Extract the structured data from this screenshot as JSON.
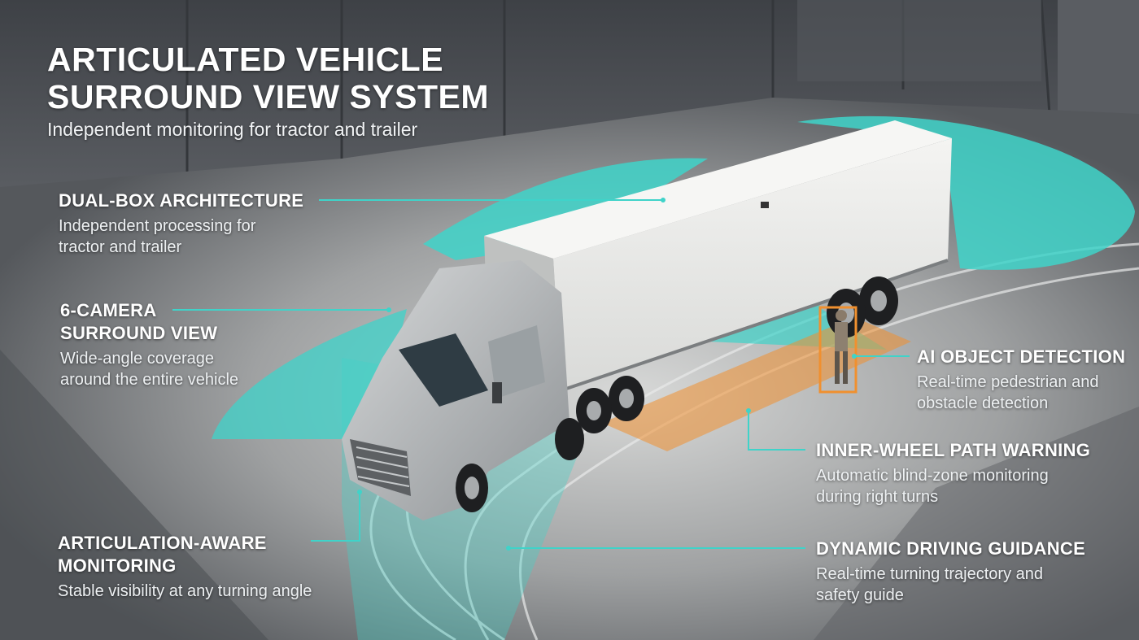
{
  "header": {
    "title_line1": "ARTICULATED VEHICLE",
    "title_line2": "SURROUND VIEW SYSTEM",
    "subtitle": "Independent monitoring for tractor and trailer"
  },
  "features": {
    "dual_box": {
      "title": "DUAL-BOX ARCHITECTURE",
      "desc_line1": "Independent processing for",
      "desc_line2": "tractor and trailer"
    },
    "six_camera": {
      "title_line1": "6-CAMERA",
      "title_line2": "SURROUND VIEW",
      "desc_line1": "Wide-angle coverage",
      "desc_line2": "around the entire vehicle"
    },
    "articulation": {
      "title_line1": "ARTICULATION-AWARE",
      "title_line2": "MONITORING",
      "desc_line1": "Stable visibility at any turning angle"
    },
    "ai_detection": {
      "title": "AI OBJECT DETECTION",
      "desc_line1": "Real-time pedestrian and",
      "desc_line2": "obstacle detection"
    },
    "inner_wheel": {
      "title": "INNER-WHEEL PATH WARNING",
      "desc_line1": "Automatic blind-zone monitoring",
      "desc_line2": "during right turns"
    },
    "dynamic_guidance": {
      "title": "DYNAMIC DRIVING GUIDANCE",
      "desc_line1": "Real-time turning trajectory and",
      "desc_line2": "safety guide"
    }
  },
  "colors": {
    "accent": "#3fd3c9",
    "warning": "#f0902f",
    "floor": "#6b6e72",
    "wall": "#4a4d52"
  }
}
